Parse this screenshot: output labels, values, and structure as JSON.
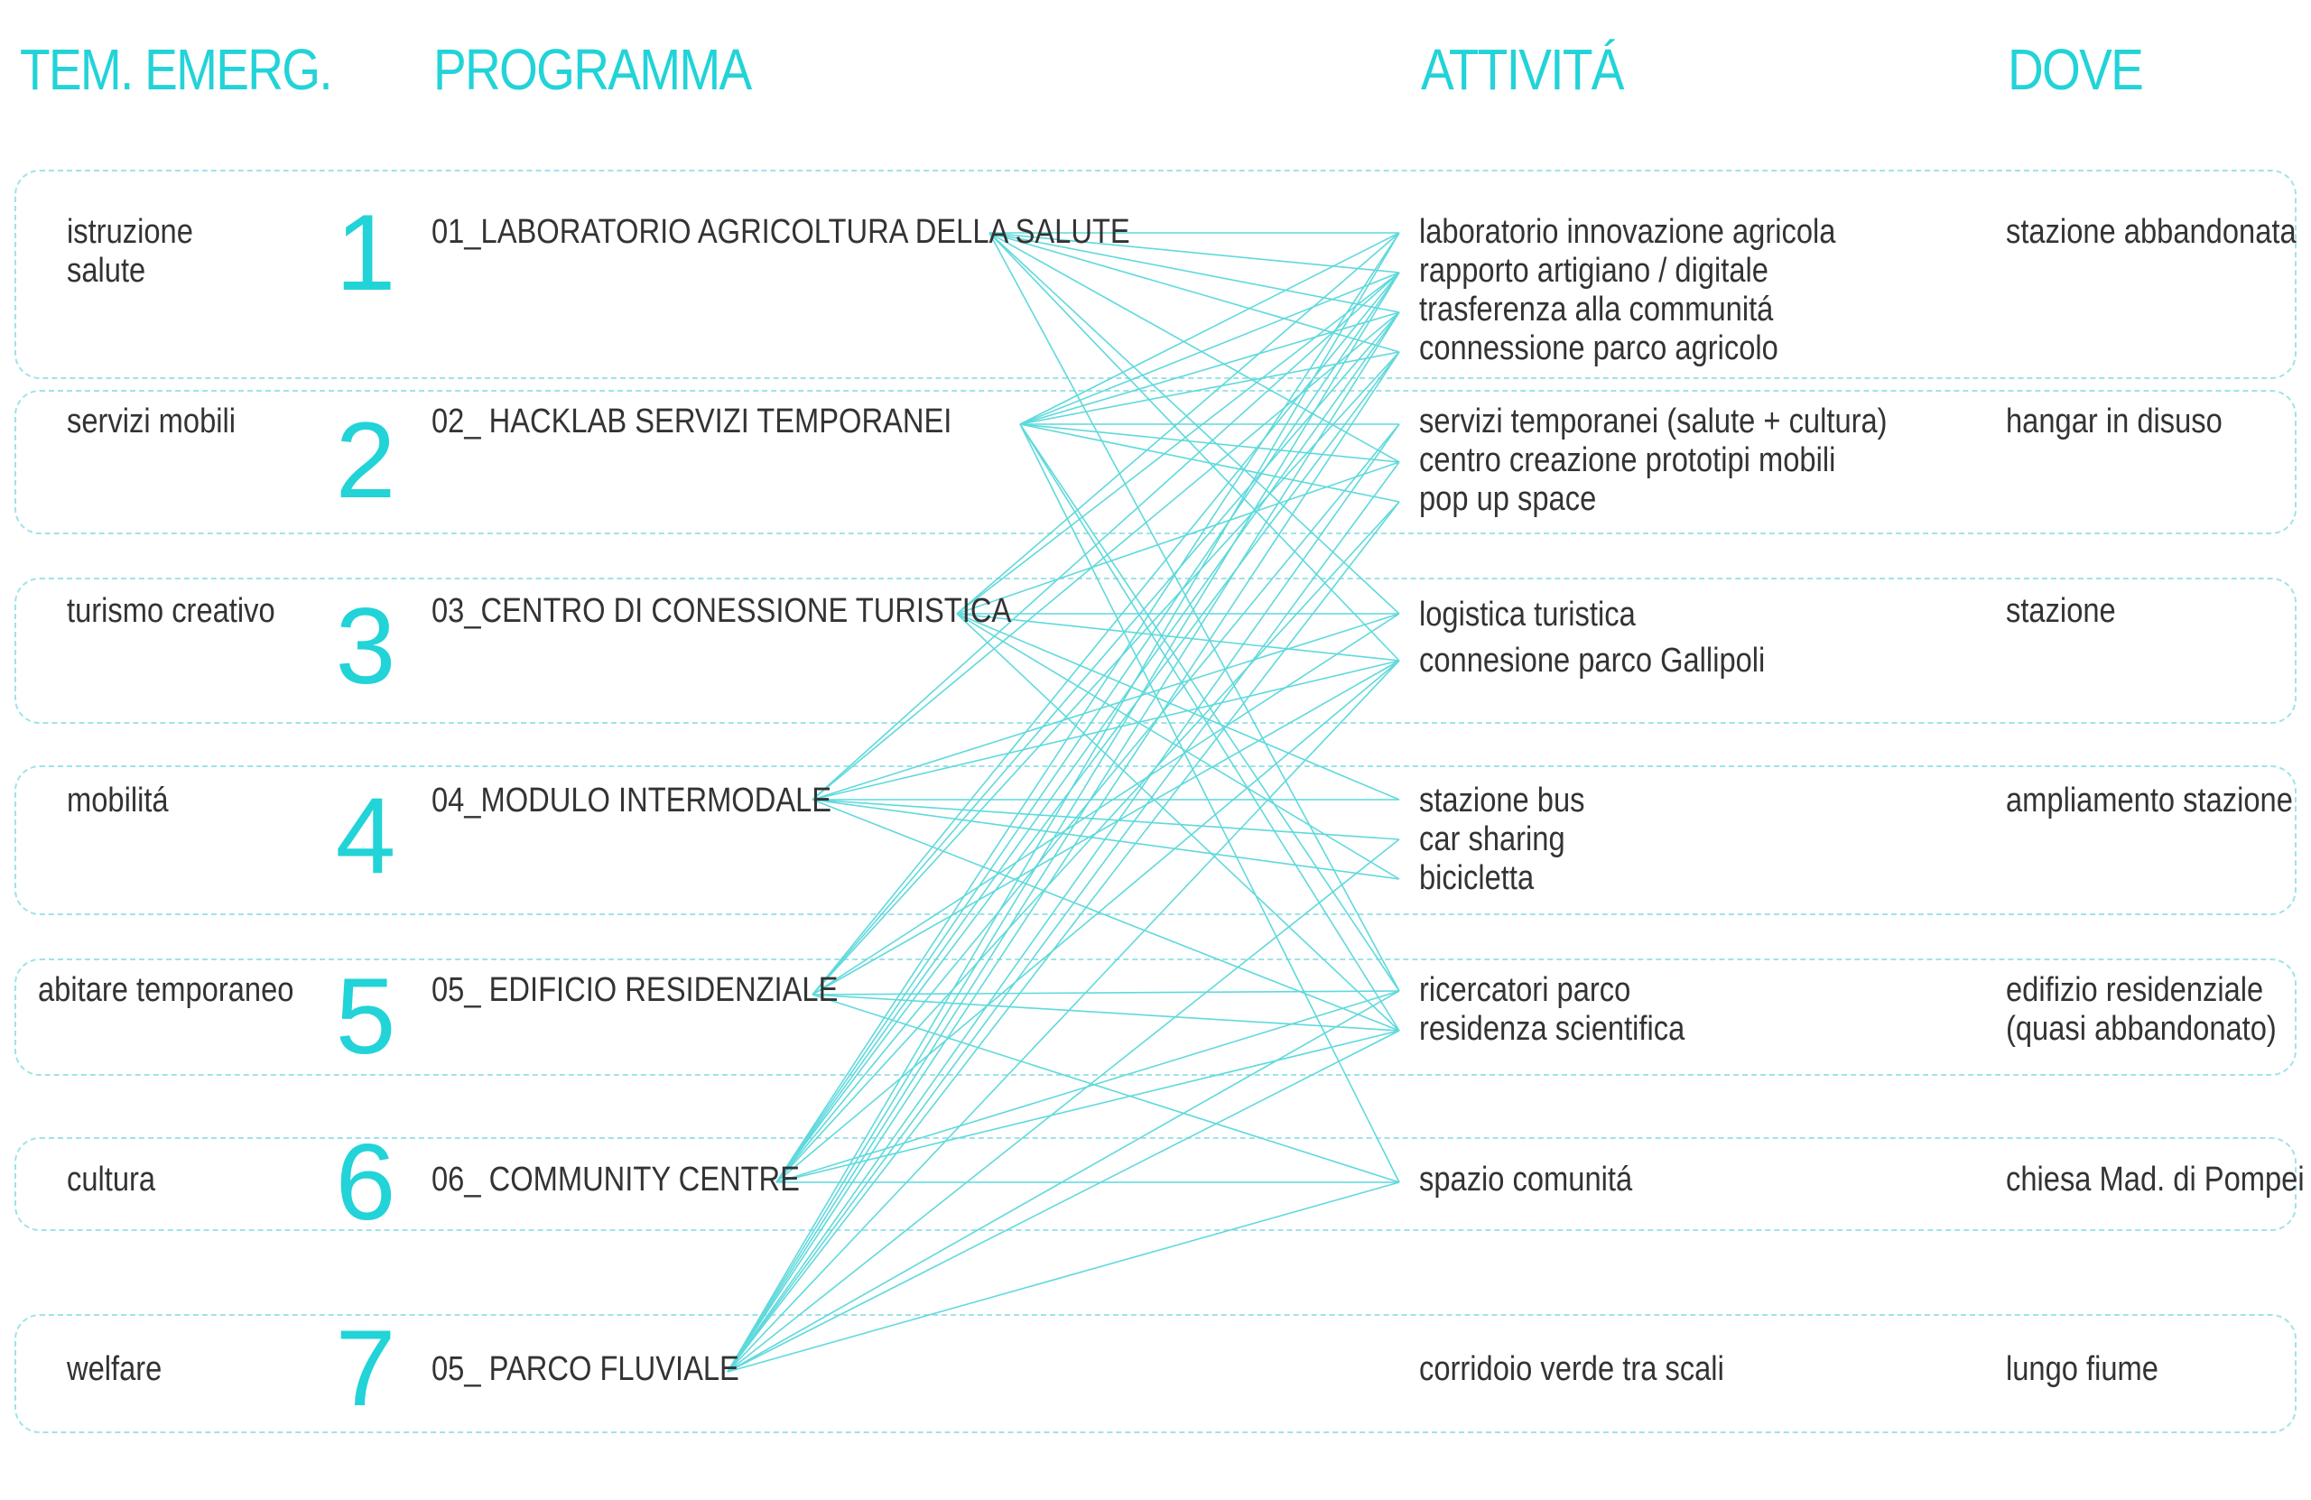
{
  "headers": {
    "tem": "TEM. EMERG.",
    "programma": "PROGRAMMA",
    "attivita": "ATTIVITÁ",
    "dove": "DOVE"
  },
  "rows": [
    {
      "num": "1",
      "tem": [
        "istruzione",
        "salute"
      ],
      "programma": "01_LABORATORIO AGRICOLTURA DELLA SALUTE",
      "attivita": [
        "laboratorio innovazione agricola",
        "rapporto artigiano / digitale",
        "trasferenza alla communitá",
        "connessione parco agricolo"
      ],
      "dove": [
        "stazione abbandonata"
      ]
    },
    {
      "num": "2",
      "tem": [
        "servizi mobili"
      ],
      "programma": "02_ HACKLAB SERVIZI TEMPORANEI",
      "attivita": [
        "servizi temporanei (salute + cultura)",
        "centro creazione prototipi mobili",
        "pop up space"
      ],
      "dove": [
        "hangar in disuso"
      ]
    },
    {
      "num": "3",
      "tem": [
        "turismo creativo"
      ],
      "programma": "03_CENTRO DI CONESSIONE TURISTICA",
      "attivita": [
        "logistica turistica",
        "connesione parco Gallipoli"
      ],
      "dove": [
        "stazione"
      ]
    },
    {
      "num": "4",
      "tem": [
        "mobilitá"
      ],
      "programma": "04_MODULO INTERMODALE",
      "attivita": [
        "stazione bus",
        "car sharing",
        "bicicletta"
      ],
      "dove": [
        "ampliamento stazione"
      ]
    },
    {
      "num": "5",
      "tem": [
        "abitare temporaneo"
      ],
      "programma": "05_ EDIFICIO RESIDENZIALE",
      "attivita": [
        "ricercatori parco",
        "residenza scientifica"
      ],
      "dove": [
        "edifizio residenziale",
        "(quasi abbandonato)"
      ]
    },
    {
      "num": "6",
      "tem": [
        "cultura"
      ],
      "programma": "06_ COMMUNITY CENTRE",
      "attivita": [
        "spazio comunitá"
      ],
      "dove": [
        "chiesa Mad. di Pompei"
      ]
    },
    {
      "num": "7",
      "tem": [
        "welfare"
      ],
      "programma": "05_ PARCO FLUVIALE",
      "attivita": [
        "corridoio verde tra scali"
      ],
      "dove": [
        "lungo fiume"
      ]
    }
  ],
  "colors": {
    "accent": "#22d3d8",
    "links": "#5fd9dc",
    "box_border": "#9fe3e8",
    "text": "#333333"
  },
  "connections": [
    [
      0,
      0
    ],
    [
      0,
      1
    ],
    [
      0,
      2
    ],
    [
      0,
      3
    ],
    [
      0,
      5
    ],
    [
      0,
      7
    ],
    [
      0,
      8
    ],
    [
      0,
      12
    ],
    [
      1,
      0
    ],
    [
      1,
      1
    ],
    [
      1,
      2
    ],
    [
      1,
      3
    ],
    [
      1,
      4
    ],
    [
      1,
      5
    ],
    [
      1,
      6
    ],
    [
      1,
      12
    ],
    [
      1,
      13
    ],
    [
      1,
      14
    ],
    [
      2,
      0
    ],
    [
      2,
      1
    ],
    [
      2,
      5
    ],
    [
      2,
      7
    ],
    [
      2,
      8
    ],
    [
      2,
      9
    ],
    [
      2,
      11
    ],
    [
      2,
      13
    ],
    [
      3,
      1
    ],
    [
      3,
      2
    ],
    [
      3,
      7
    ],
    [
      3,
      8
    ],
    [
      3,
      9
    ],
    [
      3,
      10
    ],
    [
      3,
      11
    ],
    [
      3,
      13
    ],
    [
      4,
      1
    ],
    [
      4,
      2
    ],
    [
      4,
      3
    ],
    [
      4,
      7
    ],
    [
      4,
      8
    ],
    [
      4,
      12
    ],
    [
      4,
      13
    ],
    [
      4,
      14
    ],
    [
      5,
      0
    ],
    [
      5,
      1
    ],
    [
      5,
      2
    ],
    [
      5,
      3
    ],
    [
      5,
      4
    ],
    [
      5,
      6
    ],
    [
      5,
      8
    ],
    [
      5,
      12
    ],
    [
      5,
      13
    ],
    [
      5,
      14
    ],
    [
      6,
      0
    ],
    [
      6,
      1
    ],
    [
      6,
      2
    ],
    [
      6,
      3
    ],
    [
      6,
      4
    ],
    [
      6,
      5
    ],
    [
      6,
      6
    ],
    [
      6,
      8
    ],
    [
      6,
      10
    ],
    [
      6,
      12
    ],
    [
      6,
      13
    ],
    [
      6,
      14
    ]
  ]
}
